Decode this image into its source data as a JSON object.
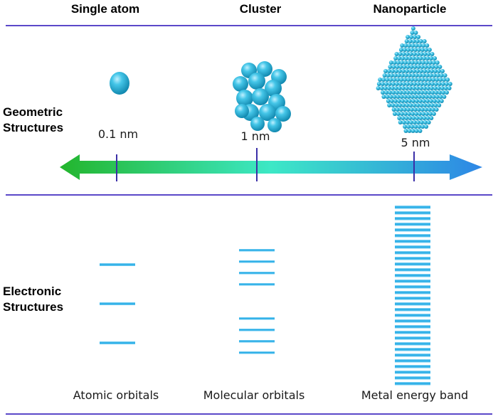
{
  "columns": {
    "single_atom": "Single atom",
    "cluster": "Cluster",
    "nanoparticle": "Nanoparticle"
  },
  "rows": {
    "geometric_line1": "Geometric",
    "geometric_line2": "Structures",
    "electronic_line1": "Electronic",
    "electronic_line2": "Structures"
  },
  "scale": {
    "ticks": [
      "0.1 nm",
      "1 nm",
      "5 nm"
    ]
  },
  "orbitals": {
    "atomic_label": "Atomic orbitals",
    "molecular_label": "Molecular orbitals",
    "band_label": "Metal energy band"
  },
  "colors": {
    "divider": "#5b48c9",
    "tick": "#3b2fa8",
    "arrow_left": "#23b52c",
    "arrow_mid": "#3de8c6",
    "arrow_right": "#2d86e6",
    "sphere": "#2cb6dc",
    "level": "#1fa8e4"
  }
}
